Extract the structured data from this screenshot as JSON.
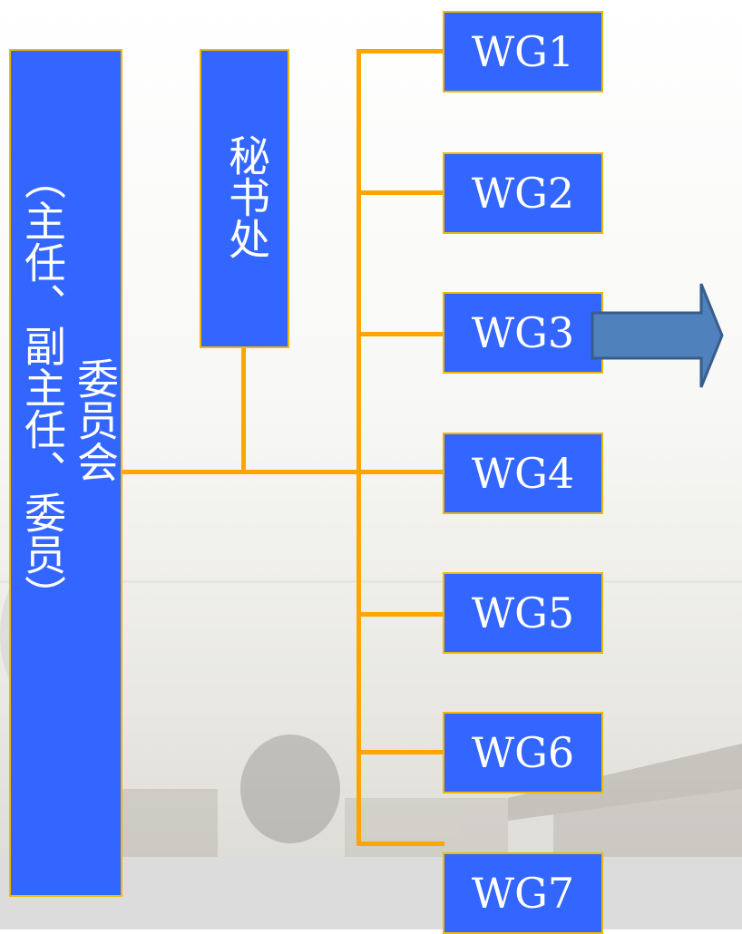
{
  "committee": {
    "title": "委员会",
    "members": "（主任、副主任、委员）"
  },
  "secretariat": {
    "title": "秘书处"
  },
  "working_groups": [
    "WG1",
    "WG2",
    "WG3",
    "WG4",
    "WG5",
    "WG6",
    "WG7"
  ],
  "colors": {
    "box_fill": "#3366ff",
    "box_border": "#f0b800",
    "connector": "#ffa500",
    "arrow_fill": "#4f81bd",
    "arrow_stroke": "#385d8a"
  },
  "icons": {
    "wg3_arrow": "right-arrow-icon"
  }
}
